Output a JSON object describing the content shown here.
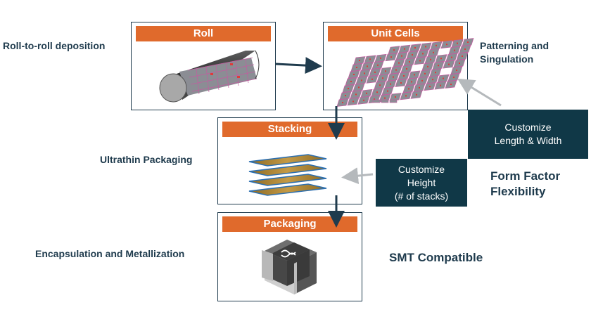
{
  "steps": {
    "roll": "Roll",
    "unit_cells": "Unit Cells",
    "stacking": "Stacking",
    "packaging": "Packaging"
  },
  "labels": {
    "roll_to_roll": "Roll-to-roll deposition",
    "patterning_line1": "Patterning and",
    "patterning_line2": "Singulation",
    "ultrathin": "Ultrathin Packaging",
    "encapsulation": "Encapsulation and Metallization",
    "form_factor_line1": "Form Factor",
    "form_factor_line2": "Flexibility",
    "smt": "SMT Compatible"
  },
  "callouts": {
    "length_width_line1": "Customize",
    "length_width_line2": "Length & Width",
    "height_line1": "Customize",
    "height_line2": "Height",
    "height_line3": "(# of stacks)"
  },
  "colors": {
    "header_orange": "#e06a2c",
    "navy": "#103847",
    "arrow_dark": "#1f3b4d",
    "arrow_light": "#b5b9bc"
  }
}
